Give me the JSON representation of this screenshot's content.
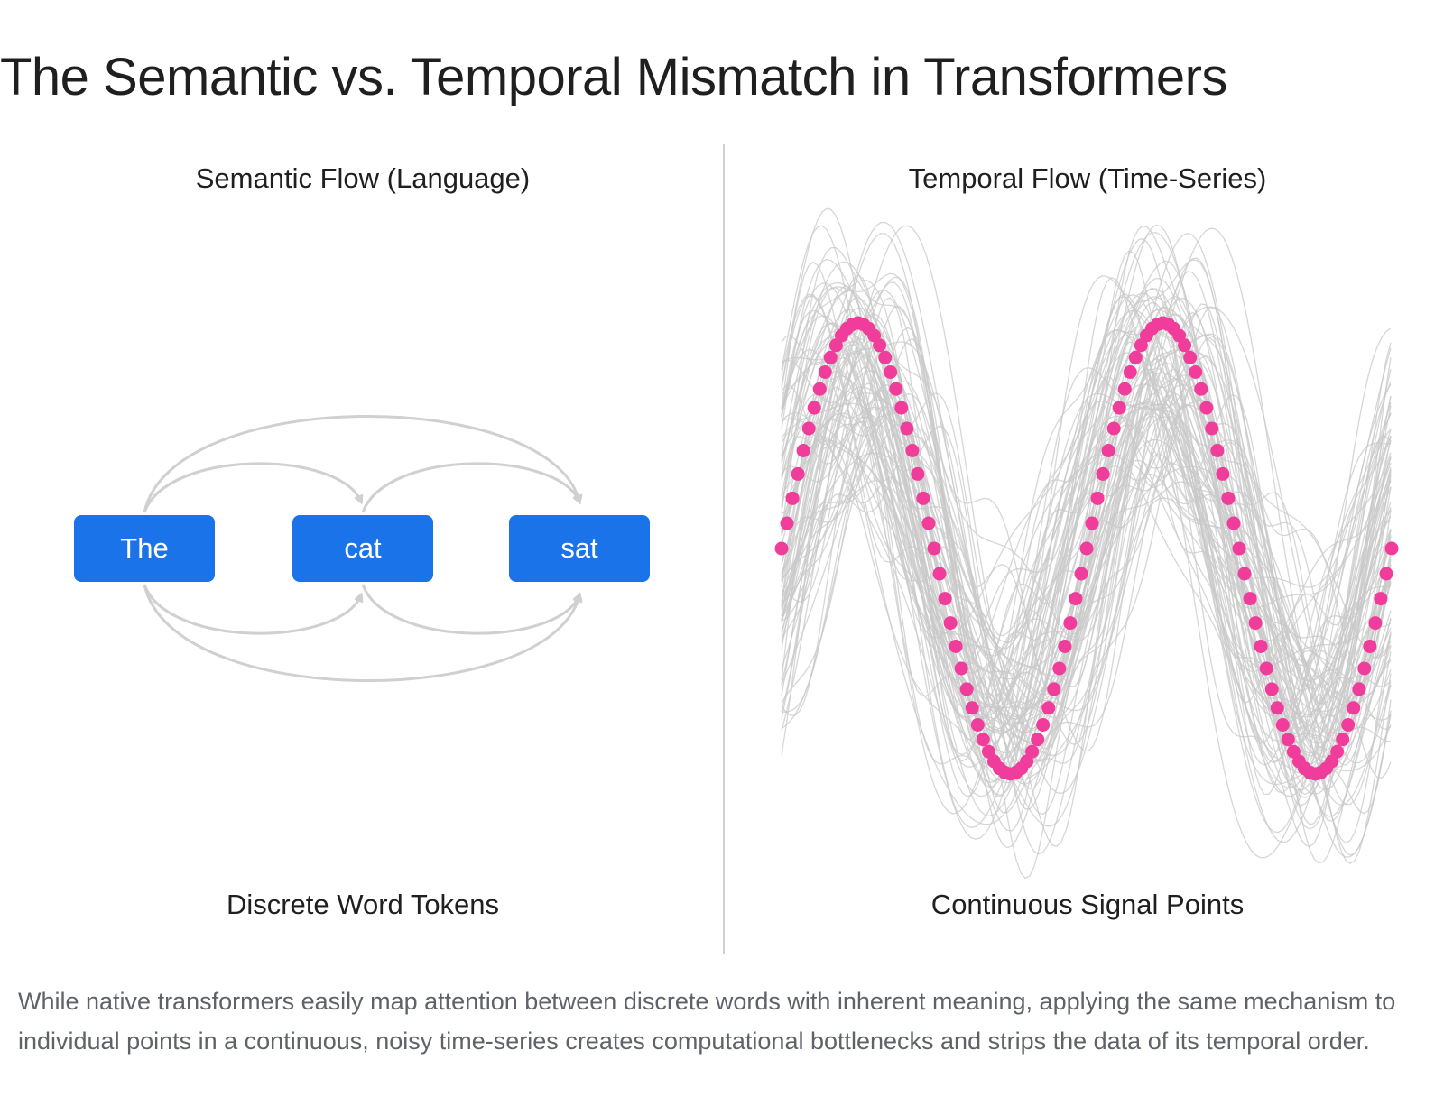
{
  "title": "The Semantic vs. Temporal Mismatch in Transformers",
  "semantic_panel": {
    "title": "Semantic Flow (Language)",
    "caption": "Discrete Word Tokens",
    "tokens": [
      "The",
      "cat",
      "sat"
    ],
    "token_color": "#1a73e8",
    "arc_color": "#d0d0d0"
  },
  "temporal_panel": {
    "title": "Temporal Flow (Time-Series)",
    "caption": "Continuous Signal Points",
    "signal_color": "#f03c9a",
    "noise_color": "#c8c8c8"
  },
  "description": "While native transformers easily map attention between discrete words with inherent meaning, applying the same mechanism to individual points in a continuous, noisy time-series creates computational bottlenecks and strips the data of its temporal order."
}
